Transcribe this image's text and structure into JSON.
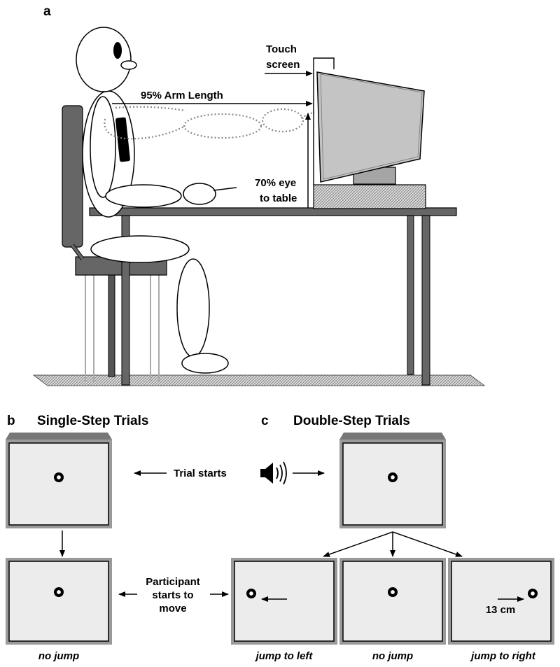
{
  "panels": {
    "a": "a",
    "b": "b",
    "c": "c"
  },
  "setup": {
    "touch_screen_line1": "Touch",
    "touch_screen_line2": "screen",
    "arm_length": "95% Arm Length",
    "eye_line1": "70% eye",
    "eye_line2": "to table"
  },
  "single_step": {
    "title": "Single-Step Trials",
    "caption": "no jump"
  },
  "double_step": {
    "title": "Double-Step Trials",
    "captions": [
      "jump to left",
      "no jump",
      "jump to right"
    ],
    "distance": "13 cm"
  },
  "events": {
    "trial_starts": "Trial starts",
    "participant_line1": "Participant",
    "participant_line2": "starts to",
    "participant_line3": "move"
  },
  "icons": [
    "speaker-icon",
    "target-icon"
  ]
}
